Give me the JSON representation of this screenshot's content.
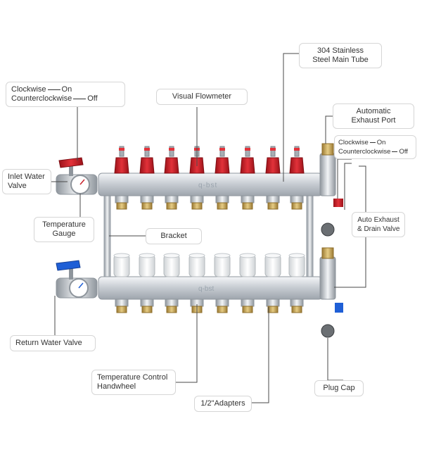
{
  "brand": "q-bst",
  "colors": {
    "supply_red": "#c8202a",
    "return_blue": "#1f5fd6",
    "stainless": "#cfd4d9",
    "brass": "#c9a34a",
    "line": "#4a4a4a"
  },
  "labels": {
    "clockwise_on": {
      "a": "Clockwise",
      "b": "On"
    },
    "counter_off": {
      "a": "Counterclockwise",
      "b": "Off"
    },
    "visual_flowmeter": "Visual Flowmeter",
    "main_tube": {
      "line1": "304 Stainless",
      "line2": "Steel Main Tube"
    },
    "exhaust_port": {
      "line1": "Automatic",
      "line2": "Exhaust Port"
    },
    "right_clockwise_on": {
      "a": "Clockwise",
      "b": "On"
    },
    "right_counter_off": {
      "a": "Counterclockwise",
      "b": "Off"
    },
    "inlet_valve": {
      "line1": "Inlet Water",
      "line2": "Valve"
    },
    "temp_gauge": {
      "line1": "Temperature",
      "line2": "Gauge"
    },
    "bracket": "Bracket",
    "auto_exhaust": {
      "line1": "Auto Exhaust",
      "line2": "& Drain Valve"
    },
    "return_valve": "Return Water Valve",
    "handwheel": {
      "line1": "Temperature Control",
      "line2": "Handwheel"
    },
    "adapters": "1/2\"Adapters",
    "plug_cap": "Plug Cap"
  }
}
